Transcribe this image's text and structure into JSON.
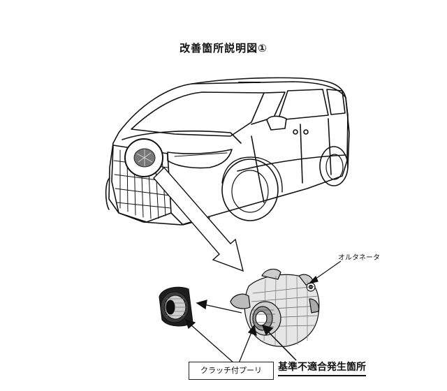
{
  "title": "改善箇所説明図①",
  "labels": {
    "alternator": "オルタネータ",
    "clutch_pulley": "クラッチ付プーリ",
    "defect_location": "基準不適合発生箇所"
  },
  "colors": {
    "line": "#111111",
    "shade": "#555555",
    "dark": "#222222"
  },
  "icons": [
    "car-illustration",
    "alternator-illustration",
    "clutch-pulley-illustration",
    "arrow"
  ]
}
